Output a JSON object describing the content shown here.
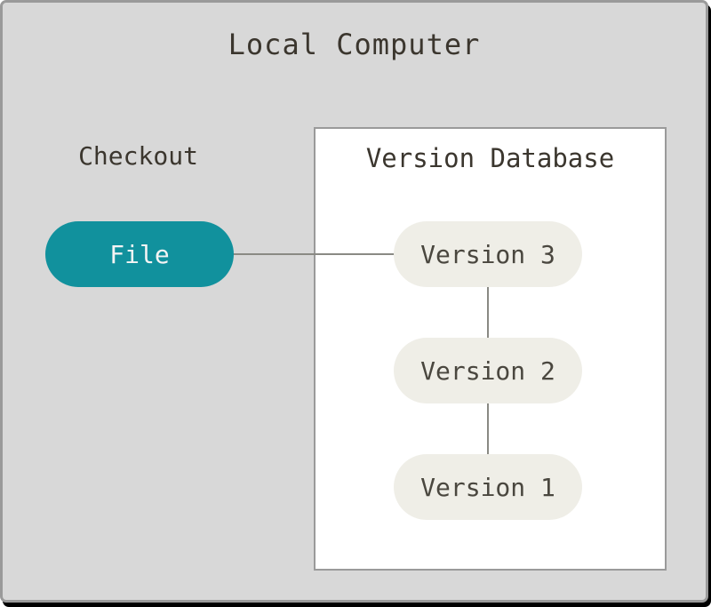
{
  "diagram": {
    "title": "Local Computer",
    "checkout": {
      "label": "Checkout",
      "file_node": {
        "label": "File"
      }
    },
    "version_database": {
      "title": "Version Database",
      "versions": [
        {
          "label": "Version 3"
        },
        {
          "label": "Version 2"
        },
        {
          "label": "Version 1"
        }
      ]
    },
    "connections": [
      "File - Version 3",
      "Version 3 - Version 2",
      "Version 2 - Version 1"
    ]
  },
  "colors": {
    "canvas-bg": "#d8d8d8",
    "frame-border": "#9a9a9a",
    "shadow": "#000000",
    "box-bg": "#ffffff",
    "box-border": "#9a9a9a",
    "file-bg": "#11919d",
    "file-text": "#f4f4f4",
    "version-bg": "#efeee7",
    "version-text": "#4a473f",
    "title-text": "#3b362e",
    "connector": "#8a8a84"
  }
}
